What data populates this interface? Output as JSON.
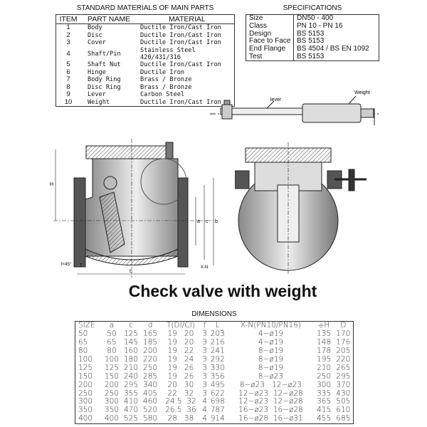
{
  "materials": {
    "title": "STANDARD MATERIALS OF MAIN PARTS",
    "headers": [
      "ITEM",
      "PART NAME",
      "MATERIAL"
    ],
    "rows": [
      [
        "1",
        "Body",
        "Ductile Iron/Cast Iron"
      ],
      [
        "2",
        "Disc",
        "Ductile Iron/Cast Iron"
      ],
      [
        "3",
        "Cover",
        "Ductile Iron/Cast Iron"
      ],
      [
        "4",
        "Shaft/Pin",
        "Stainless Steel 420/431/316"
      ],
      [
        "5",
        "Shaft Nut",
        "Ductile Iron/Cast Iron"
      ],
      [
        "6",
        "Hinge",
        "Ductile Iron"
      ],
      [
        "7",
        "Body Ring",
        "Brass / Bronze"
      ],
      [
        "8",
        "Disc Ring",
        "Brass / Bronze"
      ],
      [
        "9",
        "Lever",
        "Carbon Steel"
      ],
      [
        "10",
        "Weight",
        "Ductile Iron/Cast Iron"
      ]
    ]
  },
  "specifications": {
    "title": "SPECIFICATIONS",
    "rows": [
      [
        "Size",
        "DN50 - 400"
      ],
      [
        "Class",
        "PN 10 - PN 16"
      ],
      [
        "Design",
        "BS 5153"
      ],
      [
        "Face to Face",
        "BS 5153"
      ],
      [
        "End Flange",
        "BS 4504 / BS EN 1092"
      ],
      [
        "Test",
        "BS 5153"
      ]
    ]
  },
  "drawing": {
    "lever_label": "lever",
    "weight_label": "Weight",
    "dim_labels": {
      "H": "H",
      "a": "a",
      "c": "c",
      "b": "b",
      "f": "f×45°",
      "T": "T",
      "L": "L",
      "XN": "X-N"
    }
  },
  "title": "Check valve with weight",
  "dimensions": {
    "title": "DIMENSIONS",
    "headers": [
      "SIZE",
      "a",
      "c",
      "d",
      "T(DI/CI)",
      "f",
      "L",
      "X-N(PN10/PN16)",
      "⌯H",
      "D"
    ],
    "rows": [
      [
        "50",
        "50",
        "125",
        "165",
        "19   20",
        "3",
        "203",
        "4−ø19",
        "135",
        "170"
      ],
      [
        "65",
        "65",
        "145",
        "185",
        "19   20",
        "3",
        "216",
        "4−ø19",
        "148",
        "176"
      ],
      [
        "80",
        "80",
        "160",
        "200",
        "19   22",
        "3",
        "241",
        "8−ø19",
        "178",
        "205"
      ],
      [
        "100",
        "100",
        "180",
        "220",
        "19   24",
        "3",
        "292",
        "8−ø19",
        "195",
        "220"
      ],
      [
        "125",
        "125",
        "210",
        "250",
        "19   26",
        "3",
        "330",
        "8−ø19",
        "210",
        "265"
      ],
      [
        "150",
        "150",
        "240",
        "285",
        "19   26",
        "3",
        "356",
        "8−ø23",
        "250",
        "295"
      ],
      [
        "200",
        "200",
        "295",
        "340",
        "20   30",
        "3",
        "495",
        "8−ø23   12−ø23",
        "300",
        "370"
      ],
      [
        "250",
        "250",
        "355",
        "405",
        "22   32",
        "3",
        "622",
        "12−ø23  12−ø28",
        "335",
        "430"
      ],
      [
        "300",
        "300",
        "410",
        "460",
        "24.5  32",
        "4",
        "698",
        "12−ø23  12−ø28",
        "365",
        "505"
      ],
      [
        "350",
        "350",
        "470",
        "520",
        "26.5  36",
        "4",
        "787",
        "16−ø23  16−ø28",
        "415",
        "610"
      ],
      [
        "400",
        "400",
        "525",
        "580",
        "28   38",
        "4",
        "914",
        "16−ø28  16−ø31",
        "455",
        "685"
      ]
    ]
  }
}
